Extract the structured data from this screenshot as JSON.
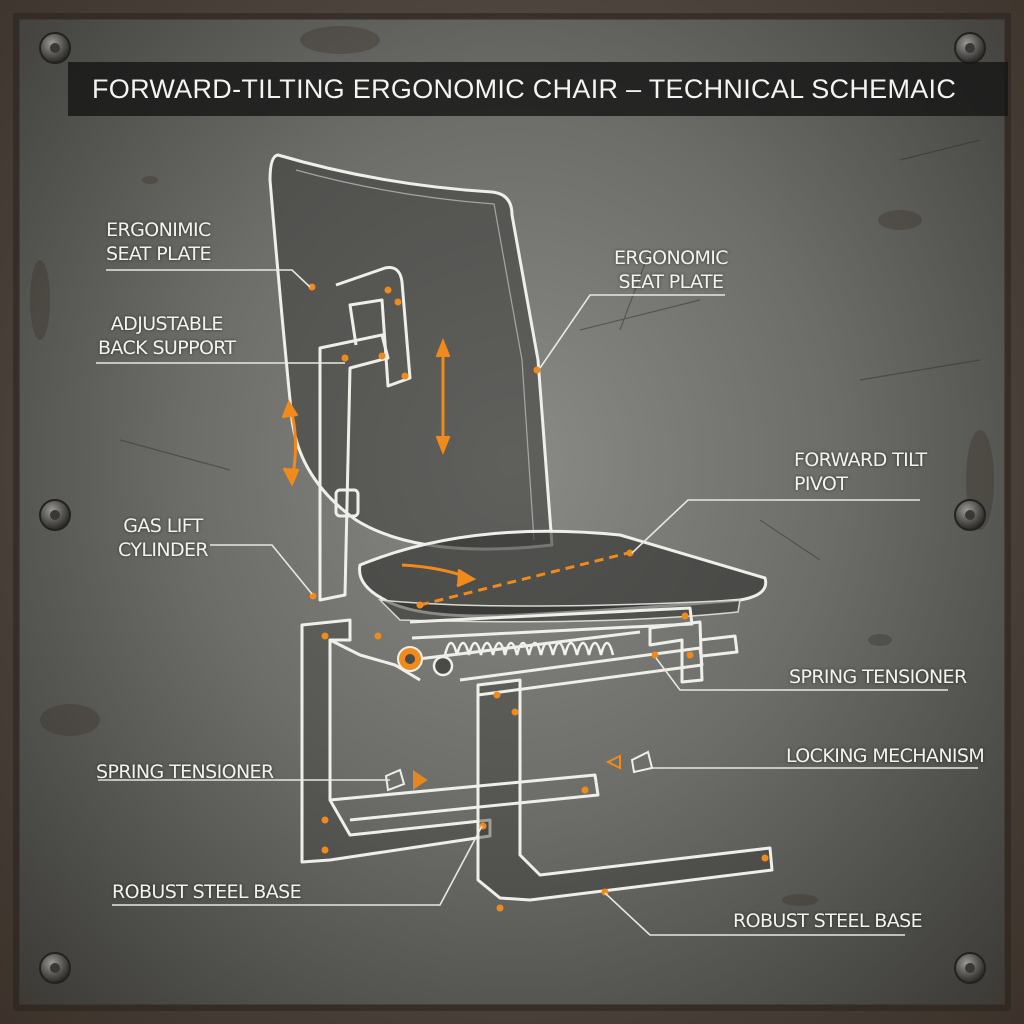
{
  "title": "FORWARD-TILTING ERGONOMIC CHAIR – TECHNICAL SCHEMAIC",
  "callouts": {
    "seat_plate_left": [
      "ERGONIMIC",
      "SEAT PLATE"
    ],
    "seat_plate_right": [
      "ERGONOMIC",
      "SEAT PLATE"
    ],
    "back_support": [
      "ADJUSTABLE",
      "BACK SUPPORT"
    ],
    "tilt_pivot": [
      "FORWARD TILT",
      "PIVOT"
    ],
    "gas_lift": [
      "GAS LIFT",
      "CYLINDER"
    ],
    "spring_right": "SPRING TENSIONER",
    "locking": "LOCKING MECHANISM",
    "spring_left": "SPRING TENSIONER",
    "base_left": "ROBUST STEEL BASE",
    "base_right": "ROBUST STEEL BASE"
  },
  "colors": {
    "accent": "#f08a1c",
    "line": "#f2f2ee",
    "title_bar": "#161616",
    "plate": "#6c6c68"
  },
  "icons": [
    "rivet-icon",
    "arrow-icon",
    "spring-icon",
    "lock-icon"
  ]
}
